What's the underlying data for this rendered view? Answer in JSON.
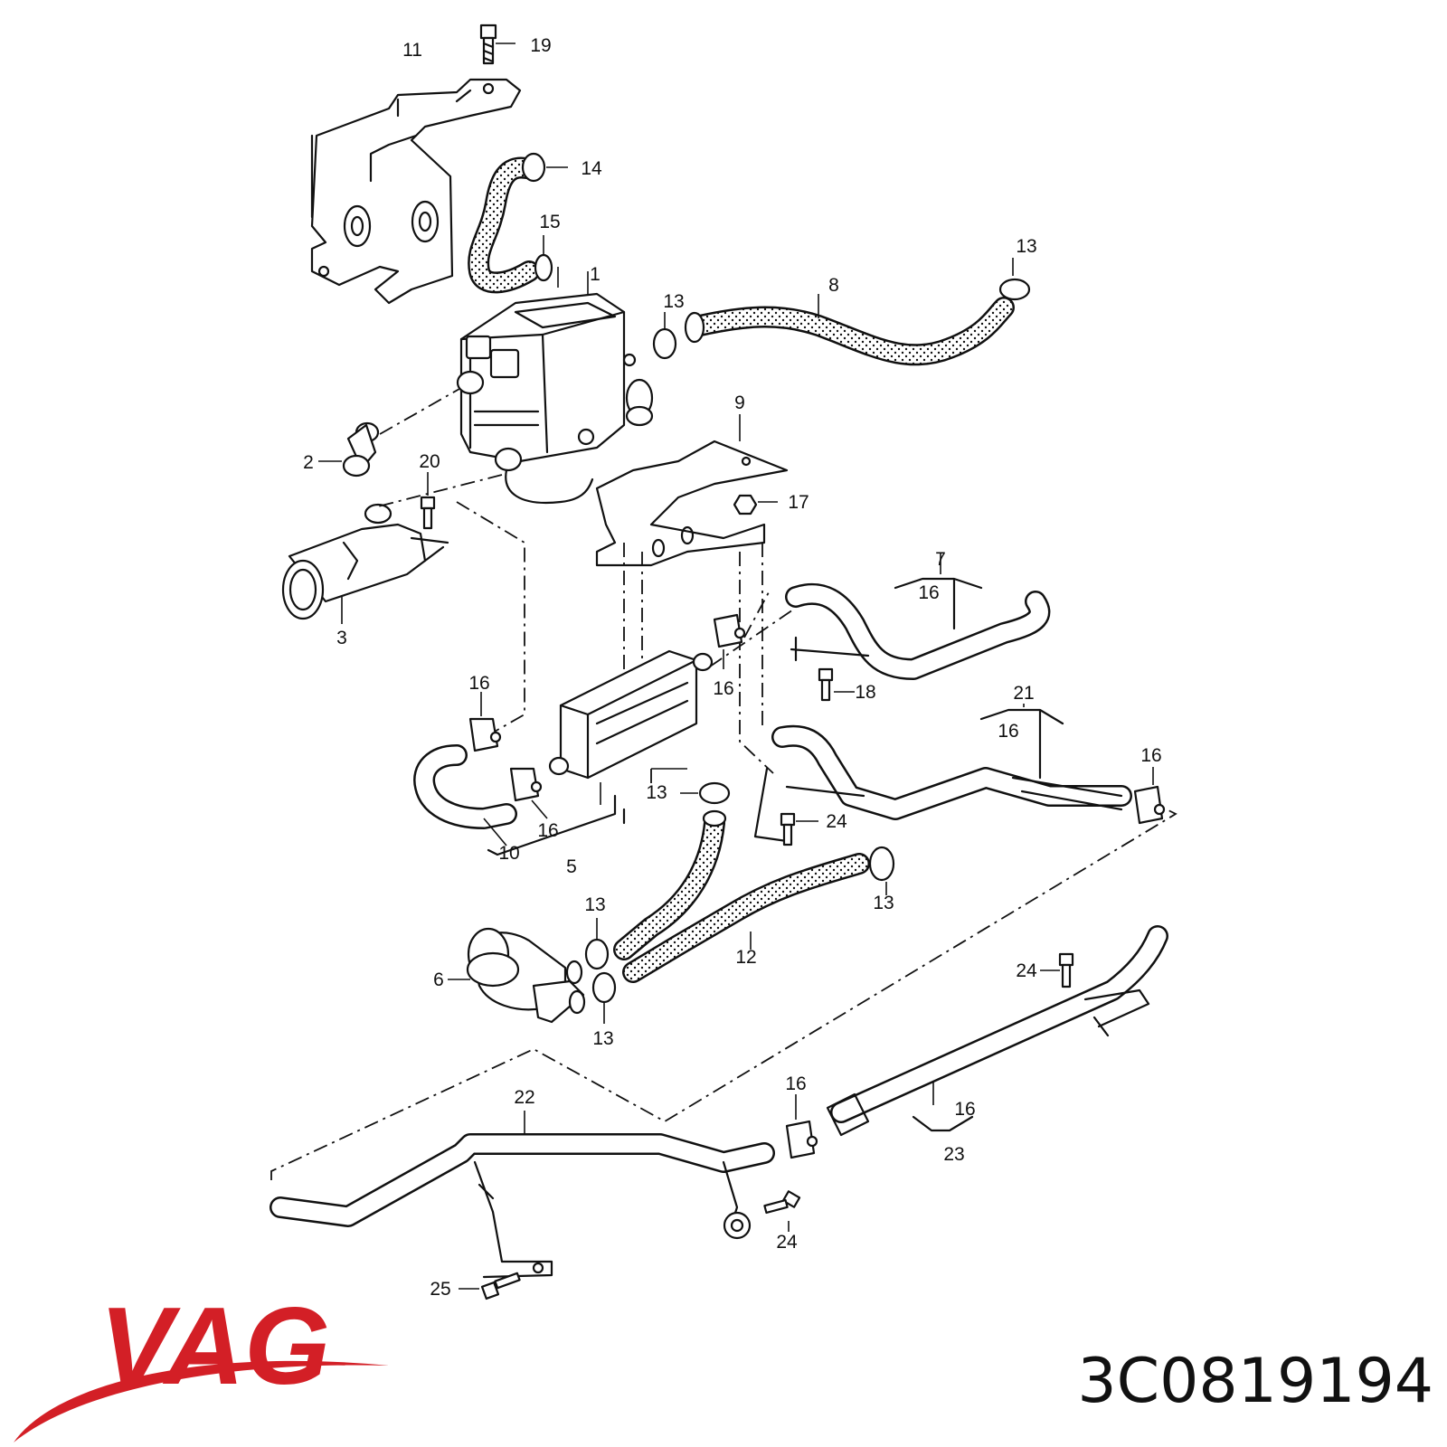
{
  "diagram": {
    "callouts": [
      {
        "id": "c1",
        "text": "1"
      },
      {
        "id": "c2",
        "text": "2"
      },
      {
        "id": "c3",
        "text": "3"
      },
      {
        "id": "c5",
        "text": "5"
      },
      {
        "id": "c6",
        "text": "6"
      },
      {
        "id": "c7",
        "text": "7"
      },
      {
        "id": "c8",
        "text": "8"
      },
      {
        "id": "c9",
        "text": "9"
      },
      {
        "id": "c10",
        "text": "10"
      },
      {
        "id": "c11",
        "text": "11"
      },
      {
        "id": "c12",
        "text": "12"
      },
      {
        "id": "c13a",
        "text": "13"
      },
      {
        "id": "c13b",
        "text": "13"
      },
      {
        "id": "c13c",
        "text": "13"
      },
      {
        "id": "c13d",
        "text": "13"
      },
      {
        "id": "c13e",
        "text": "13"
      },
      {
        "id": "c13f",
        "text": "13"
      },
      {
        "id": "c14",
        "text": "14"
      },
      {
        "id": "c15",
        "text": "15"
      },
      {
        "id": "c16a",
        "text": "16"
      },
      {
        "id": "c16b",
        "text": "16"
      },
      {
        "id": "c16c",
        "text": "16"
      },
      {
        "id": "c16d",
        "text": "16"
      },
      {
        "id": "c16e",
        "text": "16"
      },
      {
        "id": "c16f",
        "text": "16"
      },
      {
        "id": "c16g",
        "text": "16"
      },
      {
        "id": "c16h",
        "text": "16"
      },
      {
        "id": "c17",
        "text": "17"
      },
      {
        "id": "c18",
        "text": "18"
      },
      {
        "id": "c19",
        "text": "19"
      },
      {
        "id": "c20",
        "text": "20"
      },
      {
        "id": "c21",
        "text": "21"
      },
      {
        "id": "c22",
        "text": "22"
      },
      {
        "id": "c23",
        "text": "23"
      },
      {
        "id": "c24a",
        "text": "24"
      },
      {
        "id": "c24b",
        "text": "24"
      },
      {
        "id": "c24c",
        "text": "24"
      },
      {
        "id": "c25",
        "text": "25"
      }
    ]
  },
  "brand": {
    "name": "VAG",
    "color": "#d31f26"
  },
  "part_number": "3C0819194"
}
